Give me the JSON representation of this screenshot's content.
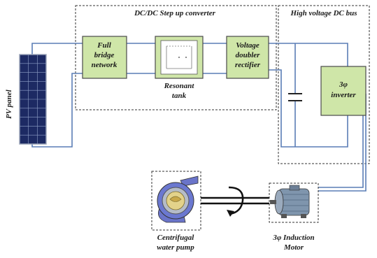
{
  "title": "DC/DC Step up converter",
  "bus_label": "High voltage DC bus",
  "pv_label": "PV panel",
  "blocks": {
    "full_bridge": [
      "Full",
      "bridge",
      "network"
    ],
    "doubler": [
      "Voltage",
      "doubler",
      "rectifier"
    ],
    "inverter": [
      "3φ",
      "inverter"
    ]
  },
  "resonant_label": [
    "Resonant",
    "tank"
  ],
  "pump_label": [
    "Centrifugal",
    "water pump"
  ],
  "motor_label": [
    "3φ Induction",
    "Motor"
  ],
  "colors": {
    "block_fill": "#cfe6a8",
    "wire": "#5a7db5",
    "pv_panel": "#1d2a63"
  }
}
